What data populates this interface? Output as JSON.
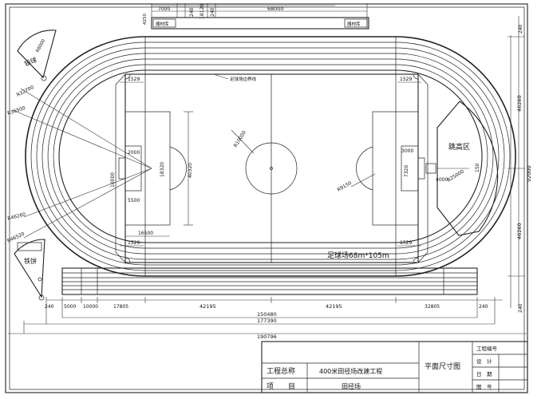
{
  "top_dims": {
    "d_7000": "7000",
    "d_240": "240",
    "d_18120": "18120",
    "d_240b": "240",
    "d_68000": "68000",
    "d_4250": "4250"
  },
  "buildings": {
    "top": "器材库",
    "bottom": "器材库"
  },
  "zones": {
    "shot_put_left": "铅球",
    "shot_put_dim": "R8000",
    "high_jump": "跳高区",
    "discus": "铁饼"
  },
  "labels": {
    "football_field": "足球场68m*105m",
    "boundary_line": "足球场边界线"
  },
  "radii": {
    "r32700": "R32700",
    "r36500": "R36500",
    "r46260": "R46260",
    "r46520": "R46520",
    "r25000": "R25000",
    "r9150": "R9150"
  },
  "field_dims": {
    "c1529_tl": "1529",
    "c1529_tr": "1529",
    "c1529_bl": "1529",
    "c1529_br": "1529",
    "d_40320": "40320",
    "d_18320": "18320",
    "d_2000": "2000",
    "d_10000": "10000",
    "d_5500": "5500",
    "d_16500": "16500",
    "d_3000": "3000",
    "d_7320": "7320",
    "d_4000": "4000",
    "d_1500": "150",
    "circle": "R10000"
  },
  "right_dims": {
    "d_240_top": "240",
    "d_46260_a": "46260",
    "d_92000": "92000",
    "d_46260_b": "46260",
    "d_240_bot": "240"
  },
  "bottom_dims": {
    "d_240": "240",
    "d_5000": "5000",
    "d_10000": "10000",
    "d_17805": "17805",
    "d_42195_a": "42195",
    "d_42195_b": "42195",
    "d_32805": "32805",
    "d_240r": "240",
    "d_150480": "150480",
    "d_177390": "177390",
    "d_190796": "190796"
  },
  "title_block": {
    "project_name_label": "工程总称",
    "project_name": "400米田径场改建工程",
    "item_label": "项　　目",
    "item_value": "田径场",
    "drawing_name": "平面尺寸图",
    "drawing_no_label": "工程编号",
    "row_design": "设　计",
    "row_check": "日　期",
    "row_sheet": "图　号"
  }
}
